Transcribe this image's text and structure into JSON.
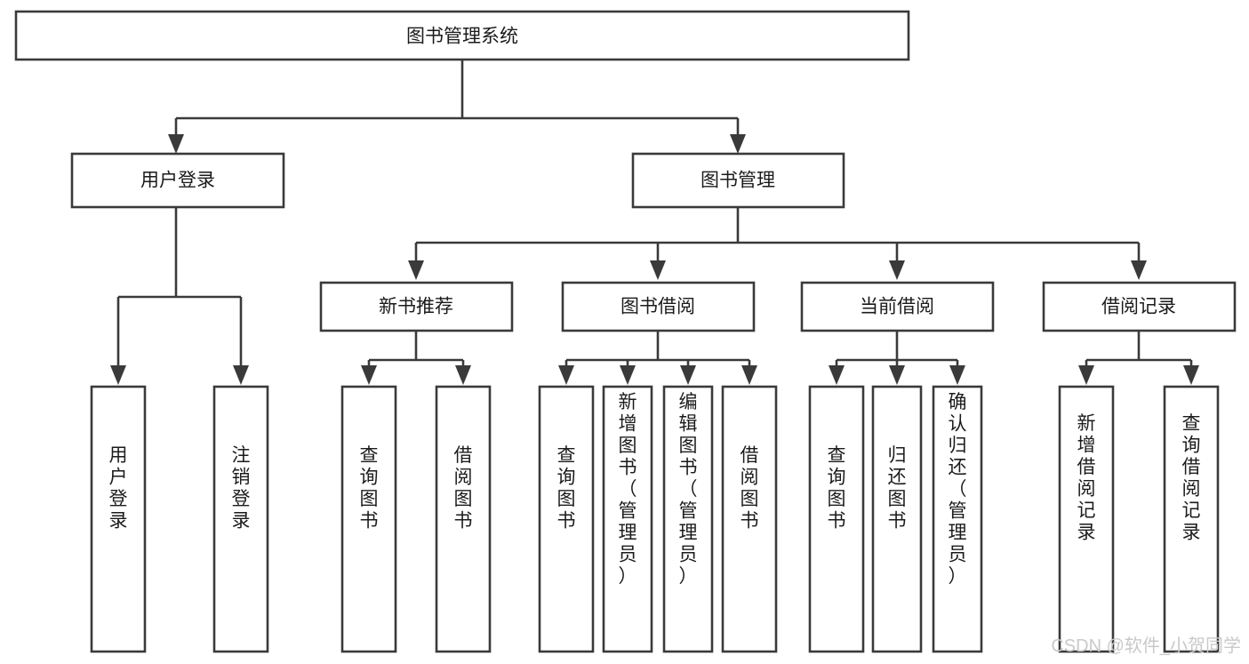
{
  "diagram": {
    "title": "图书管理系统",
    "type": "function-structure-tree",
    "watermark": "CSDN @软件_小贺同学",
    "colors": {
      "stroke": "#3a3a3a",
      "box_fill": "#ffffff",
      "text": "#1b1b1b",
      "background": "#ffffff",
      "watermark": "#c9c9c9"
    },
    "nodes": {
      "root": {
        "label": "图书管理系统",
        "level": 0
      },
      "level1": [
        {
          "id": "user-login",
          "label": "用户登录"
        },
        {
          "id": "book-manage",
          "label": "图书管理"
        }
      ],
      "level2": [
        {
          "id": "new-book-recommend",
          "label": "新书推荐",
          "parent": "book-manage"
        },
        {
          "id": "book-borrow",
          "label": "图书借阅",
          "parent": "book-manage"
        },
        {
          "id": "current-borrow",
          "label": "当前借阅",
          "parent": "book-manage"
        },
        {
          "id": "borrow-record",
          "label": "借阅记录",
          "parent": "book-manage"
        }
      ],
      "leaves": [
        {
          "id": "leaf-user-login",
          "label": "用户登录",
          "parent": "user-login"
        },
        {
          "id": "leaf-logout",
          "label": "注销登录",
          "parent": "user-login"
        },
        {
          "id": "leaf-query-book-1",
          "label": "查询图书",
          "parent": "new-book-recommend"
        },
        {
          "id": "leaf-borrow-book-1",
          "label": "借阅图书",
          "parent": "new-book-recommend"
        },
        {
          "id": "leaf-query-book-2",
          "label": "查询图书",
          "parent": "book-borrow"
        },
        {
          "id": "leaf-add-book",
          "label": "新增图书（管理员）",
          "parent": "book-borrow"
        },
        {
          "id": "leaf-edit-book",
          "label": "编辑图书（管理员）",
          "parent": "book-borrow"
        },
        {
          "id": "leaf-borrow-book-2",
          "label": "借阅图书",
          "parent": "book-borrow"
        },
        {
          "id": "leaf-query-book-3",
          "label": "查询图书",
          "parent": "current-borrow"
        },
        {
          "id": "leaf-return-book",
          "label": "归还图书",
          "parent": "current-borrow"
        },
        {
          "id": "leaf-confirm-return",
          "label": "确认归还（管理员）",
          "parent": "current-borrow"
        },
        {
          "id": "leaf-add-record",
          "label": "新增借阅记录",
          "parent": "borrow-record"
        },
        {
          "id": "leaf-query-record",
          "label": "查询借阅记录",
          "parent": "borrow-record"
        }
      ]
    }
  }
}
